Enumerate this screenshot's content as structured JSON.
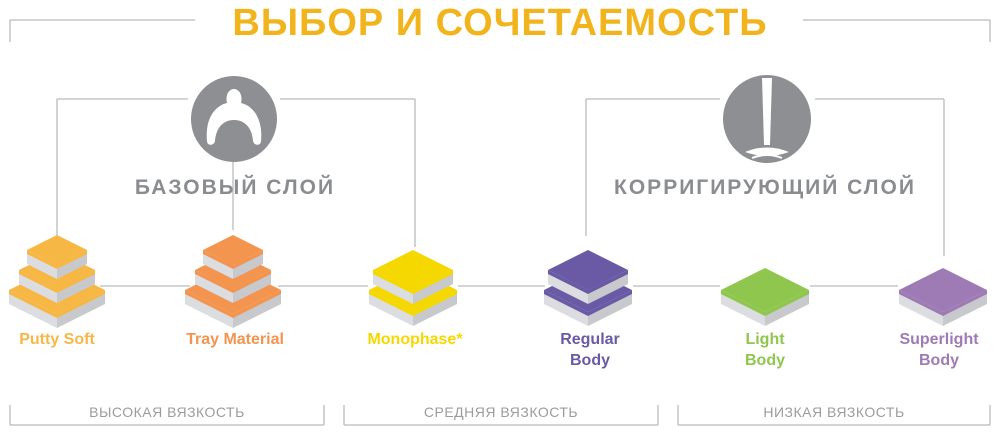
{
  "title": "ВЫБОР И СОЧЕТАЕМОСТЬ",
  "sections": {
    "base": "БАЗОВЫЙ СЛОЙ",
    "correcting": "КОРРИГИРУЮЩИЙ СЛОЙ"
  },
  "materials": [
    {
      "label": "Putty Soft",
      "color": "#f7b744",
      "layers": 3
    },
    {
      "label": "Tray Material",
      "color": "#f3944f",
      "layers": 3
    },
    {
      "label": "Monophase*",
      "color": "#f4d800",
      "layers": 2
    },
    {
      "label": "Regular\nBody",
      "color": "#6a5aa6",
      "layers": 2
    },
    {
      "label": "Light\nBody",
      "color": "#8fc64e",
      "layers": 1
    },
    {
      "label": "Superlight\nBody",
      "color": "#9e7bb5",
      "layers": 1
    }
  ],
  "viscosity": {
    "high": "ВЫСОКАЯ ВЯЗКОСТЬ",
    "medium": "СРЕДНЯЯ ВЯЗКОСТЬ",
    "low": "НИЗКАЯ ВЯЗКОСТЬ"
  },
  "icons": {
    "base": "base-layer-icon",
    "correcting": "correcting-layer-icon"
  }
}
